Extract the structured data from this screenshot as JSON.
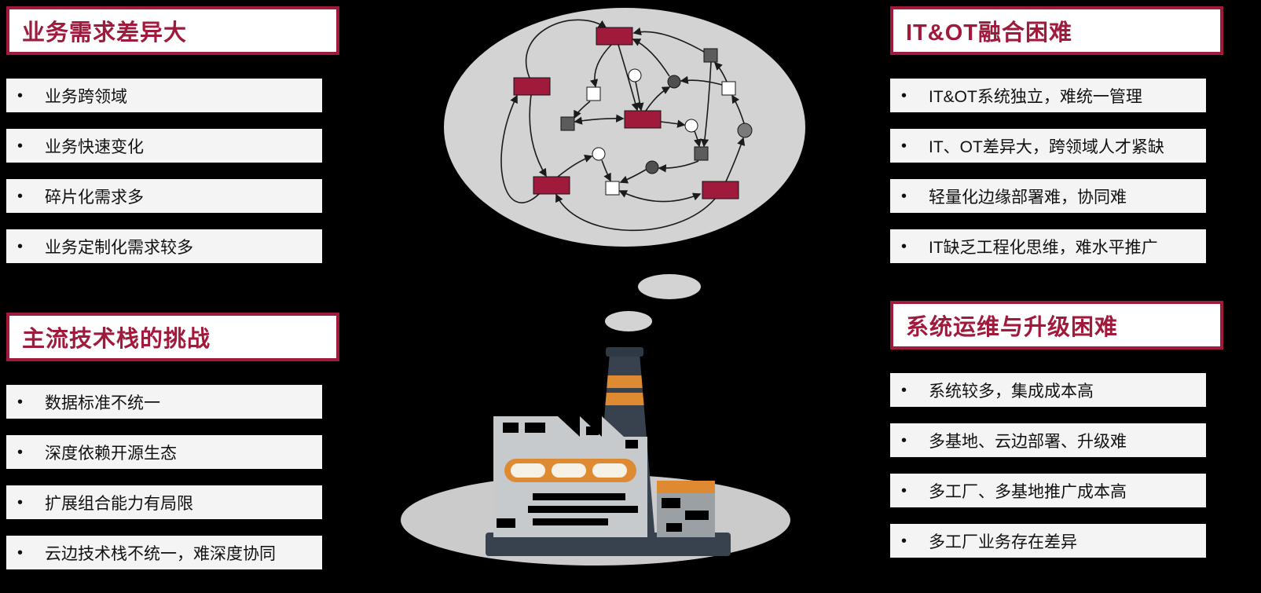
{
  "ui": {
    "bullet": "•"
  },
  "colors": {
    "background": "#000000",
    "accent": "#A01A3C",
    "panel_bg": "#FFFFFF",
    "item_bg": "#F4F4F5",
    "item_text": "#111111",
    "cloud_gray": "#D3D3D4",
    "factory_dark": "#37424E",
    "factory_light": "#C6CACD",
    "factory_orange": "#DD8A33",
    "node_red": "#A01A3C",
    "node_dark_gray": "#5C5C5C",
    "node_white": "#FFFFFF"
  },
  "panels": {
    "business": {
      "title": "业务需求差异大",
      "items": [
        "业务跨领域",
        "业务快速变化",
        "碎片化需求多",
        "业务定制化需求较多"
      ]
    },
    "tech_stack": {
      "title": "主流技术栈的挑战",
      "items": [
        "数据标准不统一",
        "深度依赖开源生态",
        "扩展组合能力有局限",
        "云边技术栈不统一，难深度协同"
      ]
    },
    "it_ot": {
      "title": "IT&OT融合困难",
      "items": [
        "IT&OT系统独立，难统一管理",
        "IT、OT差异大，跨领域人才紧缺",
        "轻量化边缘部署难，协同难",
        "IT缺乏工程化思维，难水平推广"
      ]
    },
    "ops": {
      "title": "系统运维与升级困难",
      "items": [
        "系统较多，集成成本高",
        "多基地、云边部署、升级难",
        "多工厂、多基地推广成本高",
        "多工厂业务存在差异"
      ]
    }
  }
}
